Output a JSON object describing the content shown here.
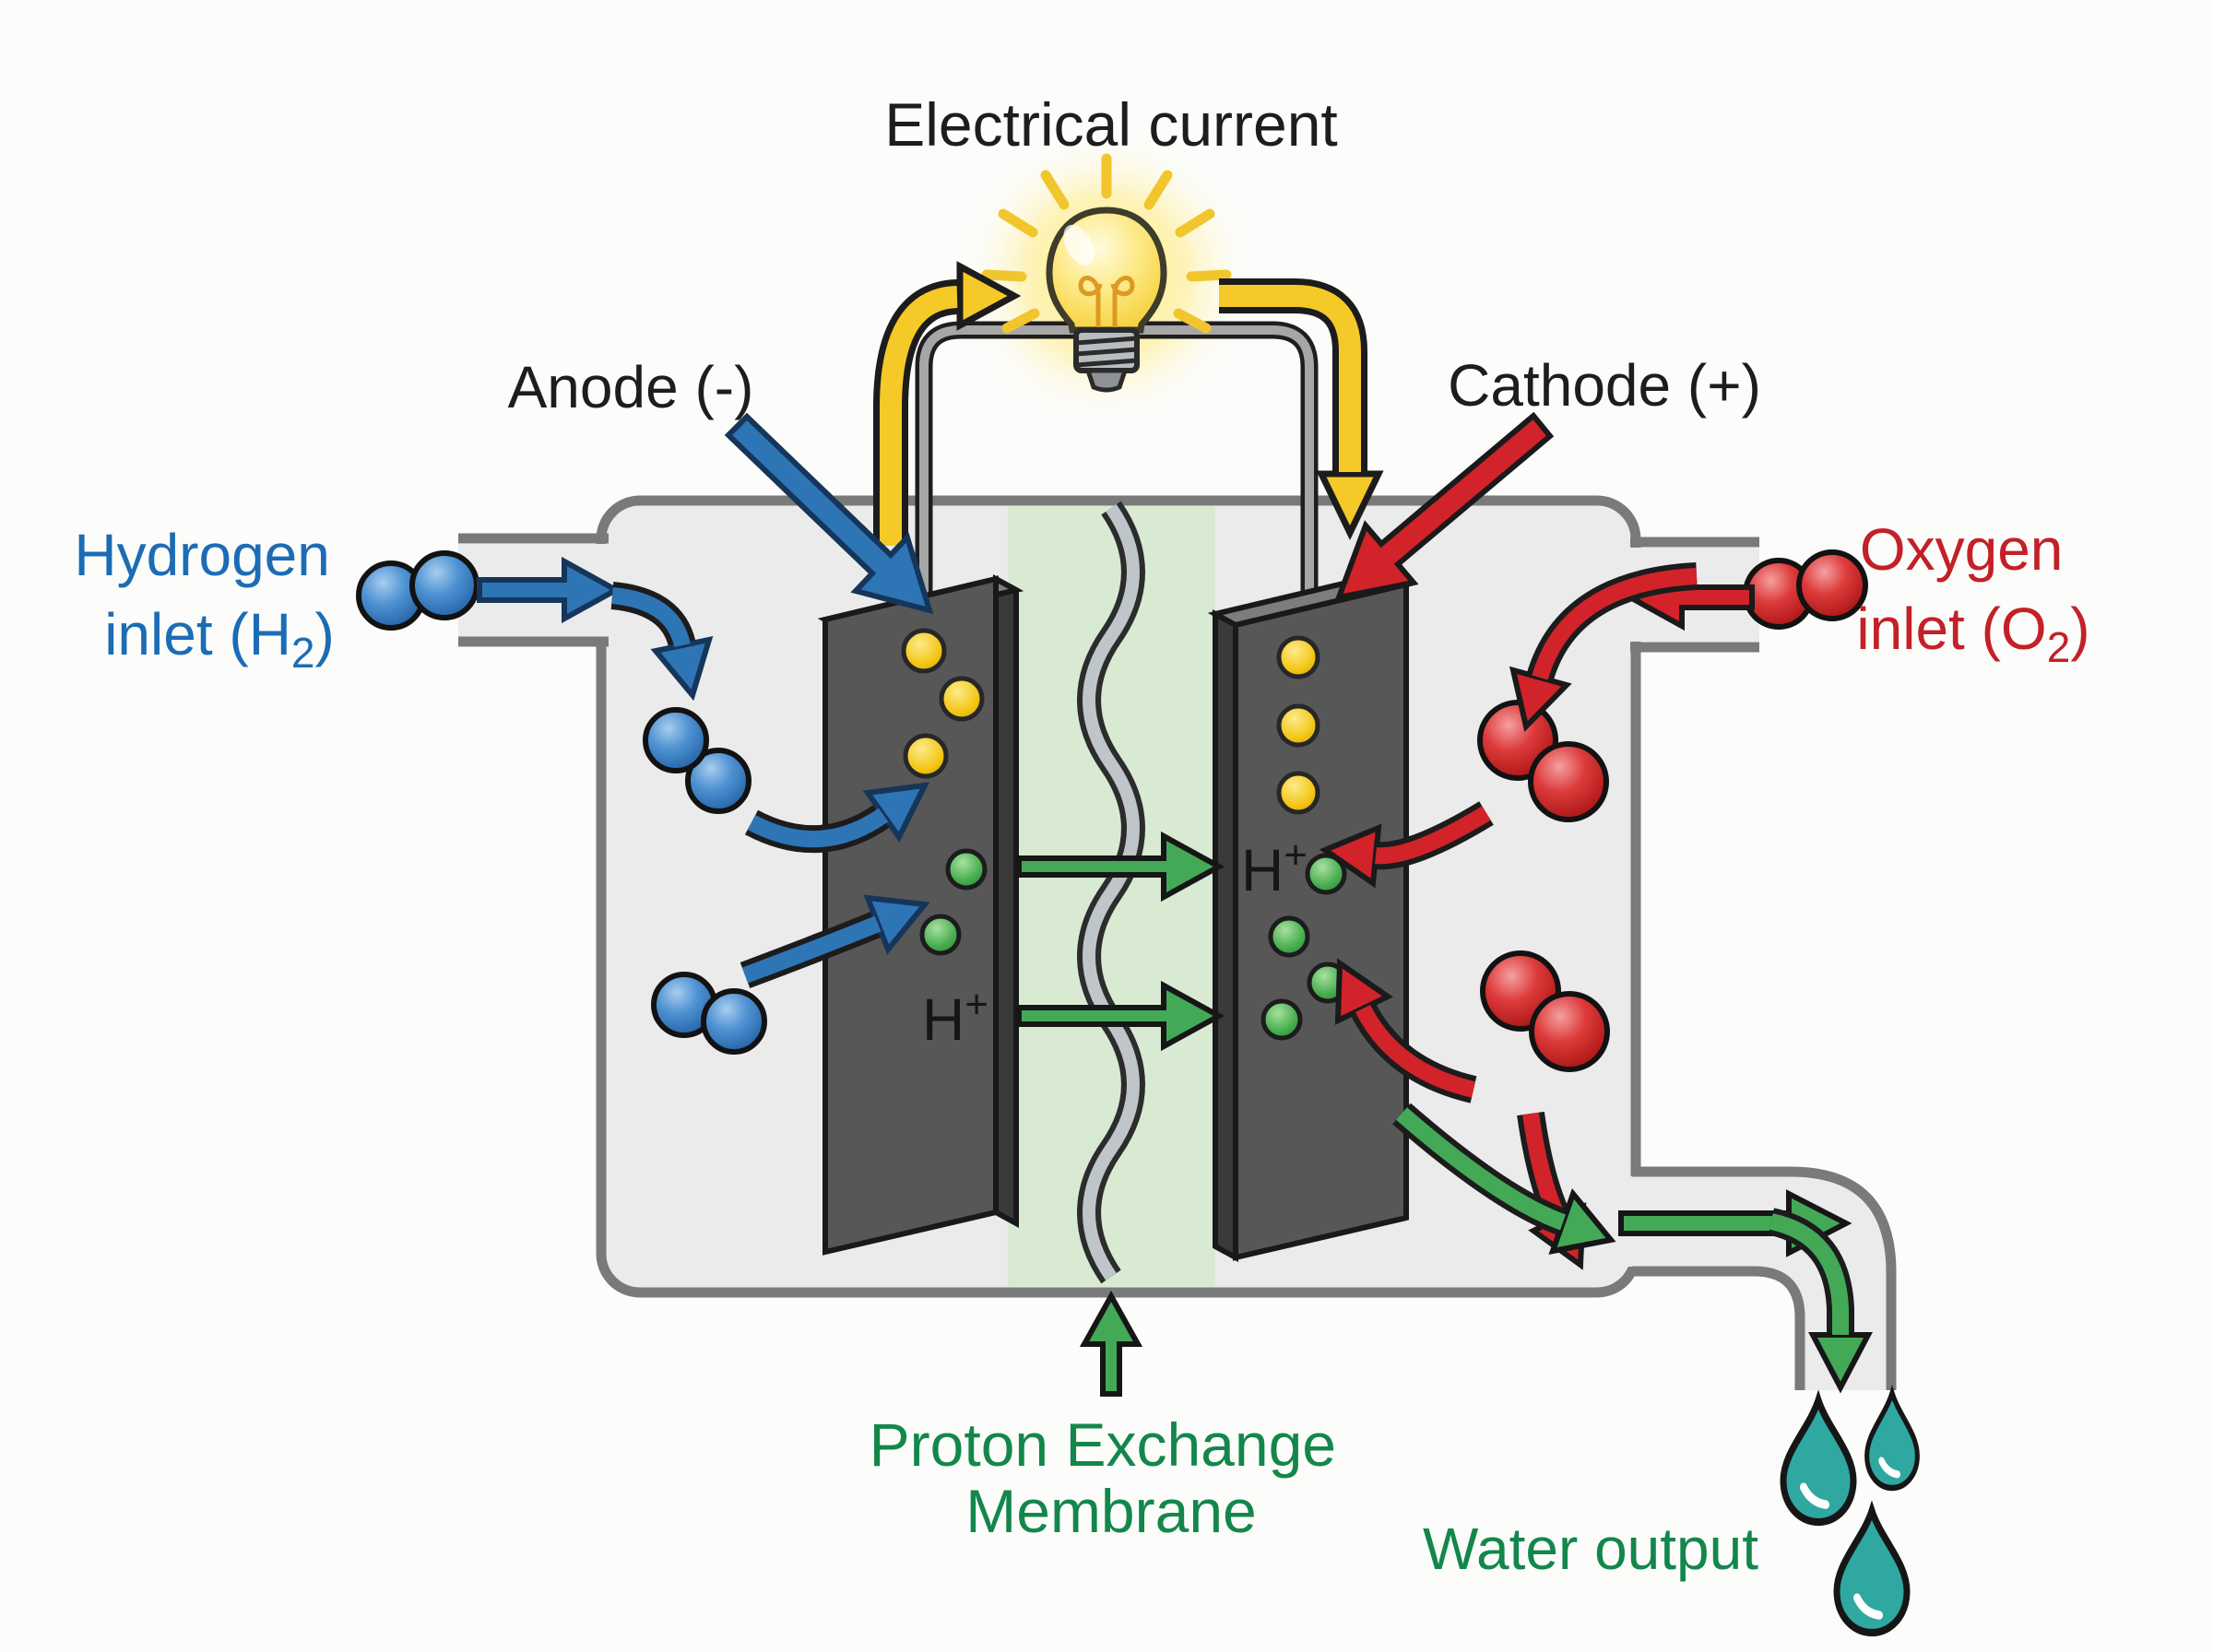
{
  "title": "Electrical current",
  "labels": {
    "anode": "Anode (-)",
    "cathode": "Cathode (+)",
    "hydrogen": {
      "line1": "Hydrogen",
      "line2_pre": "inlet (H",
      "sub": "2",
      "line2_post": ")"
    },
    "oxygen": {
      "line1": "Oxygen",
      "line2_pre": "inlet (O",
      "sub": "2",
      "line2_post": ")"
    },
    "proton_anode": {
      "base": "H",
      "sup": "+"
    },
    "proton_cathode": {
      "base": "H",
      "sup": "+"
    },
    "membrane": {
      "line1": "Proton Exchange",
      "line2": "Membrane"
    },
    "water": "Water output"
  },
  "icons": {
    "light-bulb-icon": "glowing incandescent bulb over circuit wire",
    "hydrogen-molecule-icon": "pair of blue spheres (H2)",
    "oxygen-molecule-icon": "pair of red spheres (O2)",
    "electron-dot-icon": "yellow dot on electrode",
    "proton-dot-icon": "green dot (H+)",
    "water-drop-icon": "teal teardrop"
  },
  "colors": {
    "hydrogen_blue": "#2e75b6",
    "hydrogen_text_blue": "#1c6cb5",
    "oxygen_red": "#d2232a",
    "oxygen_text_red": "#c32027",
    "green_arrow": "#43a957",
    "green_text": "#13874b",
    "current_yellow": "#f4c928",
    "electrode_gray": "#555555",
    "container_fill": "#ebebeb",
    "container_border": "#7a7a7a",
    "membrane_green": "#d9ead3",
    "water_teal": "#2fa8a2",
    "electron_yellow": "#f3c513",
    "proton_green": "#49ae50"
  }
}
